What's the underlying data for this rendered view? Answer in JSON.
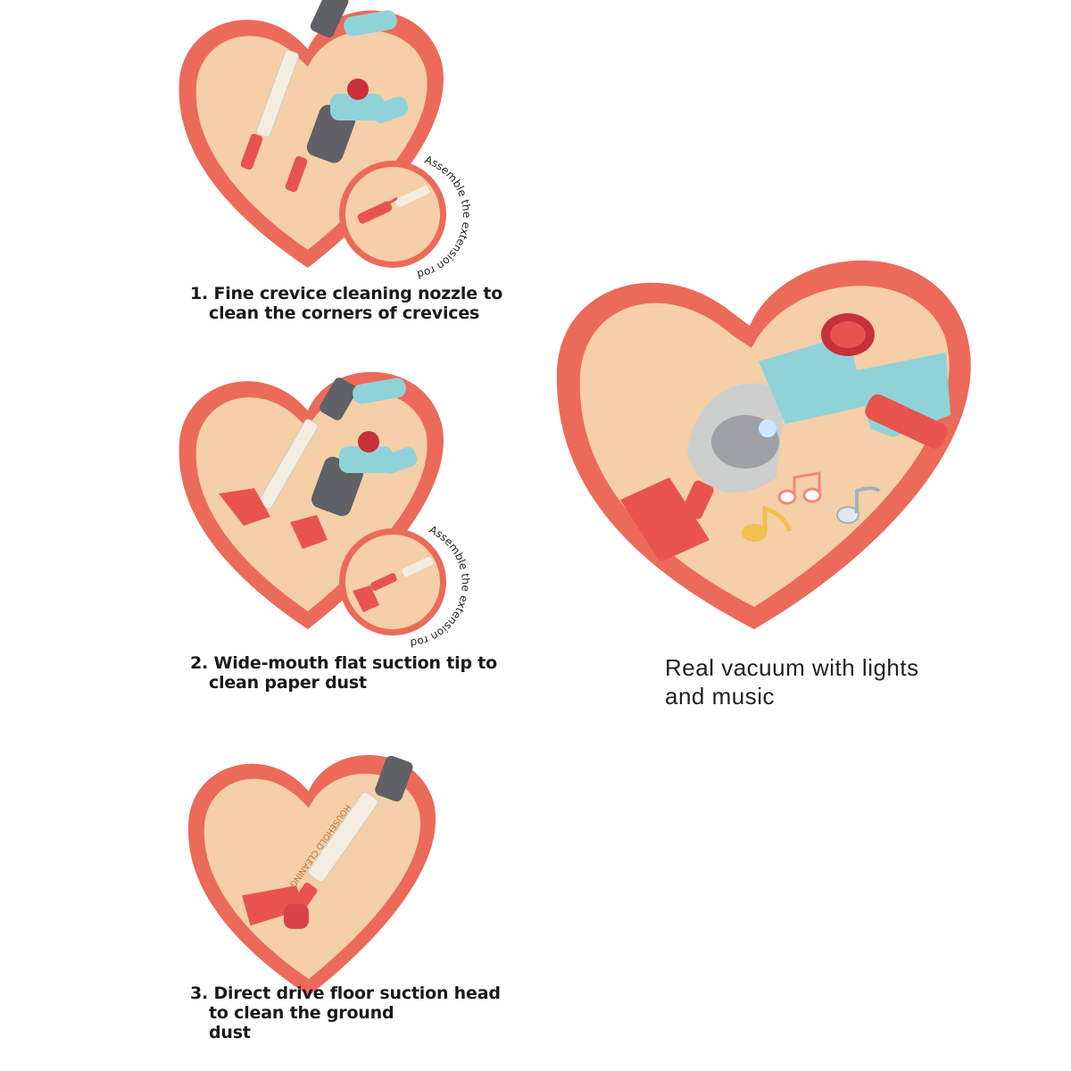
{
  "colors": {
    "heart_border": "#ec6a5a",
    "heart_fill": "#f4cfa7",
    "vacuum_body": "#8fd3d9",
    "vacuum_accent": "#e8544d",
    "wand": "#f3ede0",
    "canister": "#5f6166"
  },
  "panels": [
    {
      "caption_lines": [
        "1. Fine crevice cleaning nozzle to",
        "clean the corners of crevices"
      ],
      "inset_label": "Assemble the extension rod"
    },
    {
      "caption_lines": [
        "2. Wide-mouth flat suction tip to",
        "clean paper dust"
      ],
      "inset_label": "Assemble the extension rod"
    },
    {
      "caption_lines": [
        "3. Direct drive floor suction head",
        "to clean the ground",
        "dust"
      ]
    }
  ],
  "wand_text": "HOUSEHOLD CLEANING",
  "hero": {
    "caption_lines": [
      "Real vacuum with lights",
      "and music"
    ],
    "icon_names": [
      "music-note-icon",
      "music-note-icon",
      "music-note-icon"
    ]
  }
}
